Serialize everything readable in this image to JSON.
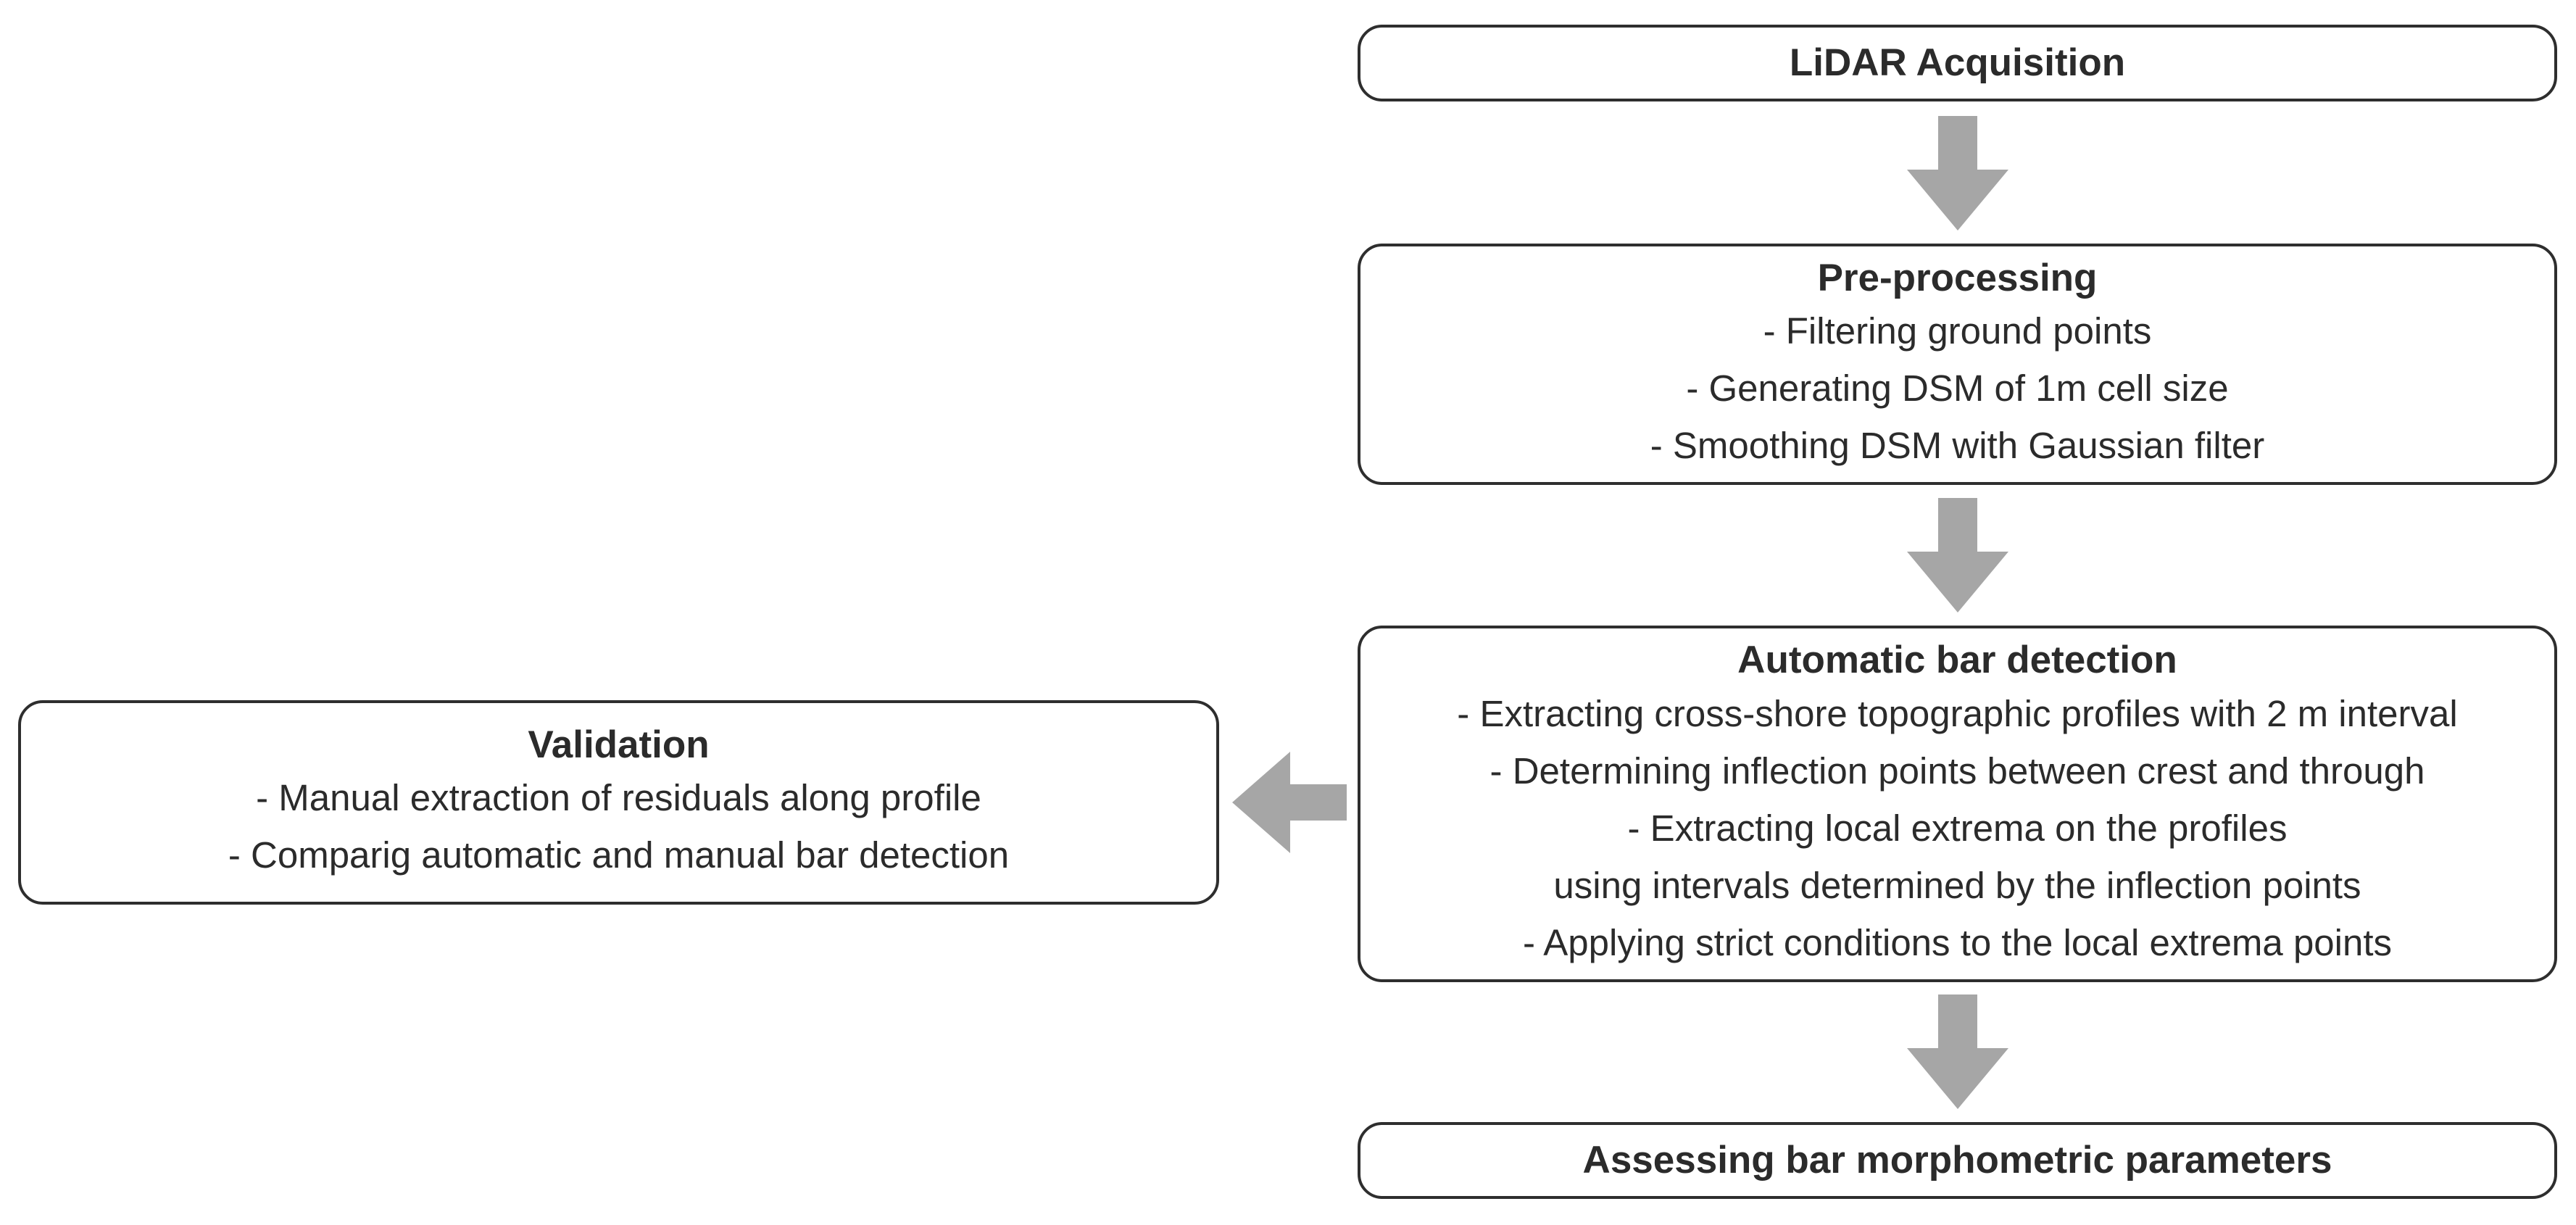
{
  "diagram": {
    "nodes": {
      "lidar": {
        "title": "LiDAR Acquisition",
        "lines": []
      },
      "preprocessing": {
        "title": "Pre-processing",
        "lines": [
          "- Filtering ground points",
          "- Generating DSM of 1m cell size",
          "- Smoothing DSM with Gaussian filter"
        ]
      },
      "detection": {
        "title": "Automatic bar detection",
        "lines": [
          "- Extracting cross-shore topographic profiles with 2 m interval",
          "- Determining inflection points between crest and through",
          "- Extracting local extrema on the profiles",
          "using intervals determined by the inflection points",
          "- Applying strict conditions to the local extrema points"
        ]
      },
      "validation": {
        "title": "Validation",
        "lines": [
          "- Manual extraction of residuals along profile",
          "- Comparig automatic and manual bar detection"
        ]
      },
      "assessing": {
        "title": "Assessing bar morphometric parameters",
        "lines": []
      }
    },
    "edges": [
      {
        "from": "lidar",
        "to": "preprocessing"
      },
      {
        "from": "preprocessing",
        "to": "detection"
      },
      {
        "from": "detection",
        "to": "validation"
      },
      {
        "from": "detection",
        "to": "assessing"
      }
    ],
    "colors": {
      "border": "#2e2e2e",
      "arrow": "#a6a6a6",
      "text": "#2b2b2b"
    }
  }
}
